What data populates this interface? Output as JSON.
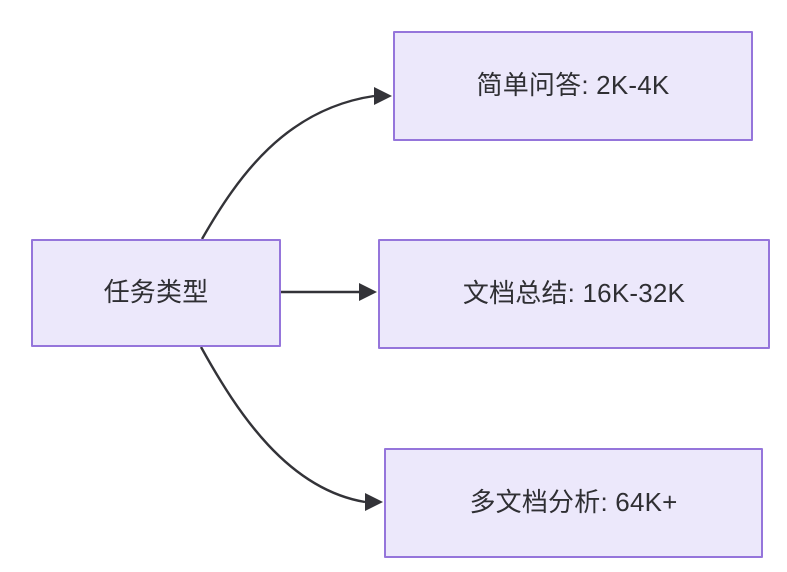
{
  "diagram": {
    "type": "flowchart",
    "direction": "left-to-right",
    "background_color": "#ffffff",
    "node_fill_color": "#ece8fb",
    "node_border_color": "#9575db",
    "node_text_color": "#2f2f33",
    "edge_color": "#333338",
    "root": {
      "id": "root",
      "label": "任务类型"
    },
    "branches": [
      {
        "id": "simple-qa",
        "label": "简单问答: 2K-4K",
        "task": "简单问答",
        "context_length": "2K-4K",
        "edge_style": "curved"
      },
      {
        "id": "doc-summary",
        "label": "文档总结: 16K-32K",
        "task": "文档总结",
        "context_length": "16K-32K",
        "edge_style": "straight"
      },
      {
        "id": "multi-doc",
        "label": "多文档分析: 64K+",
        "task": "多文档分析",
        "context_length": "64K+",
        "edge_style": "curved"
      }
    ]
  }
}
